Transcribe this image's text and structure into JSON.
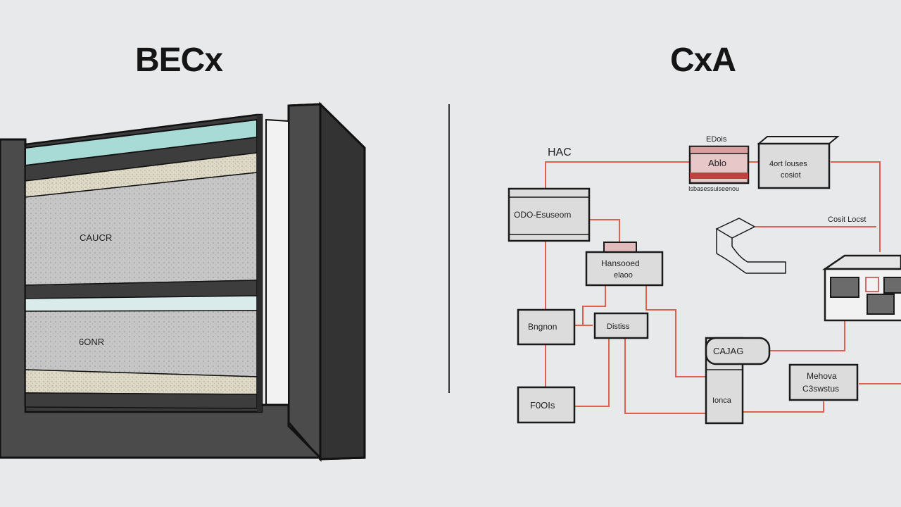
{
  "left_panel": {
    "title": "BECx",
    "label_upper": "CAUCR",
    "label_lower": "6ONR"
  },
  "right_panel": {
    "title": "CxA",
    "labels": {
      "hac": "HAC",
      "edois": "EDois",
      "red_box": "Ablo",
      "red_box_caption": "Isbasessuiseenou",
      "top_right_box_line1": "4ort louses",
      "top_right_box_line2": "cosiot",
      "odo_box": "ODO-Esuseom",
      "cosit_label": "Cosit Locst",
      "handored_line1": "Hansooed",
      "handored_line2": "elaoo",
      "bngnon": "Bngnon",
      "distiss": "Distiss",
      "cajag": "CAJAG",
      "foois": "F0OIs",
      "ionca": "Ionca",
      "mehova_line1": "Mehova",
      "mehova_line2": "C3swstus"
    }
  },
  "colors": {
    "background": "#e8e9ea",
    "wire": "#e0604d",
    "teal": "#a9dbd6",
    "dark_wall": "#4b4b4b"
  }
}
